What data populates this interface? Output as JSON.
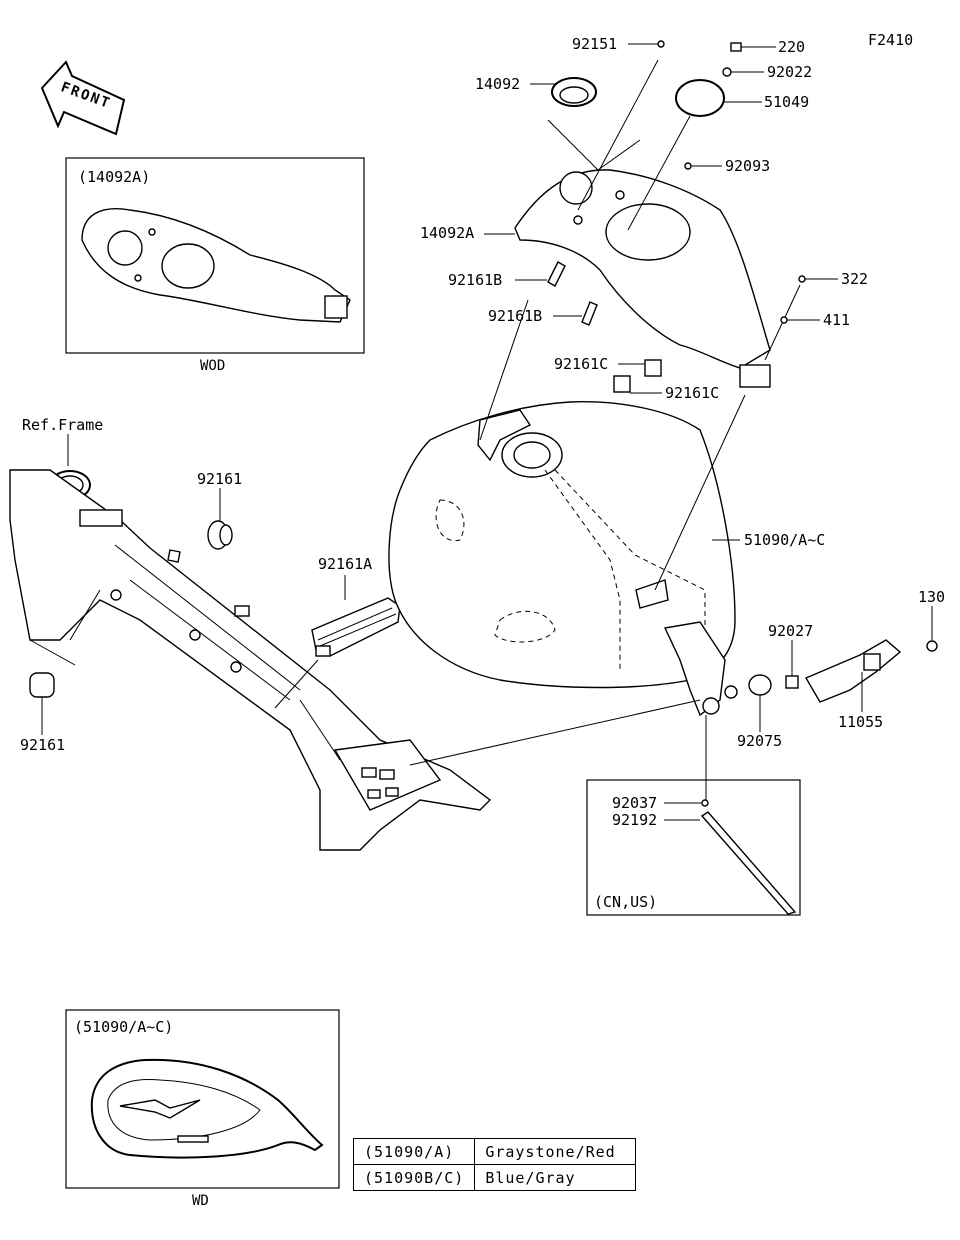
{
  "figure_code": "F2410",
  "front_marker": "FRONT",
  "inset_labels": {
    "cover_option": "(14092A)",
    "cover_option_note": "WOD",
    "tank_option": "(51090/A~C)",
    "tank_option_note": "WD",
    "hose_region": "(CN,US)"
  },
  "ref_frame": "Ref.Frame",
  "parts": {
    "p92151": "92151",
    "p220": "220",
    "p14092": "14092",
    "p92022": "92022",
    "p51049": "51049",
    "p92093": "92093",
    "p14092A": "14092A",
    "p92161B_1": "92161B",
    "p92161B_2": "92161B",
    "p322": "322",
    "p411": "411",
    "p92161C_1": "92161C",
    "p92161C_2": "92161C",
    "p92161_top": "92161",
    "p92161A": "92161A",
    "p51090": "51090/A~C",
    "p130": "130",
    "p92027": "92027",
    "p11055": "11055",
    "p92075": "92075",
    "p92161_bottom": "92161",
    "p92037": "92037",
    "p92192": "92192"
  },
  "color_table": [
    {
      "code": "(51090/A)",
      "color": "Graystone/Red"
    },
    {
      "code": "(51090B/C)",
      "color": "Blue/Gray"
    }
  ]
}
